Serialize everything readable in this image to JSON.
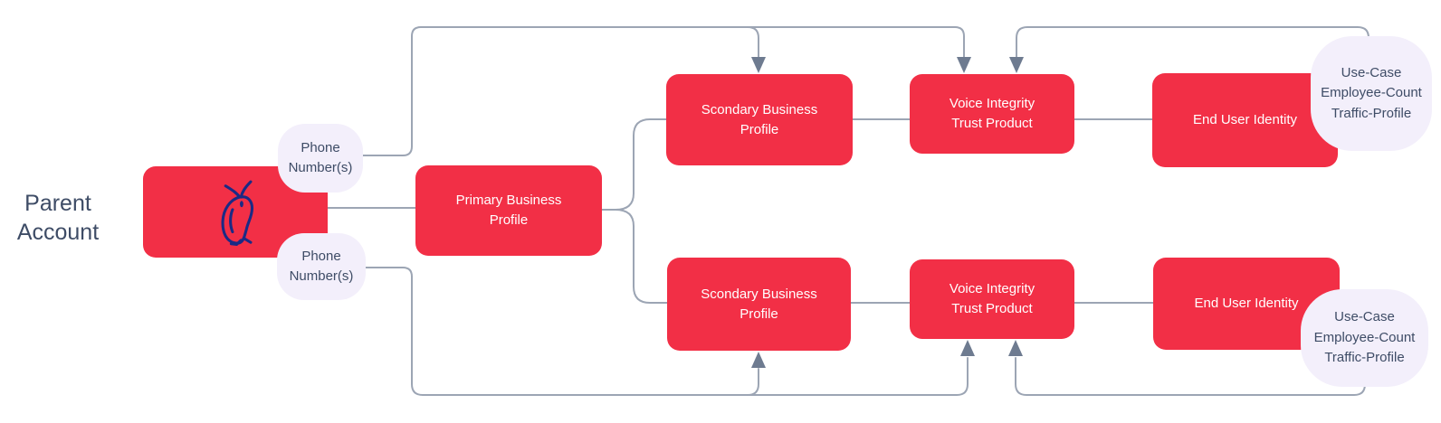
{
  "labels": {
    "parent_account": "Parent\nAccount"
  },
  "nodes": {
    "parent_box": {
      "label": "",
      "icon": "owl-icon"
    },
    "phone_top": {
      "label": "Phone\nNumber(s)"
    },
    "phone_bottom": {
      "label": "Phone\nNumber(s)"
    },
    "primary": {
      "label": "Primary Business\nProfile"
    },
    "secondary_top": {
      "label": "Scondary Business\nProfile"
    },
    "secondary_bottom": {
      "label": "Scondary Business\nProfile"
    },
    "voice_top": {
      "label": "Voice Integrity\nTrust Product"
    },
    "voice_bottom": {
      "label": "Voice Integrity\nTrust Product"
    },
    "end_user_top": {
      "label": "End User Identity"
    },
    "end_user_bottom": {
      "label": "End User Identity"
    },
    "use_case_top": {
      "label": "Use-Case\nEmployee-Count\nTraffic-Profile"
    },
    "use_case_bottom": {
      "label": "Use-Case\nEmployee-Count\nTraffic-Profile"
    }
  },
  "edges": [
    {
      "from": "parent_box",
      "to": "primary",
      "arrow": false
    },
    {
      "from": "primary",
      "to": "secondary_top",
      "arrow": false
    },
    {
      "from": "primary",
      "to": "secondary_bottom",
      "arrow": false
    },
    {
      "from": "secondary_top",
      "to": "voice_top",
      "arrow": false
    },
    {
      "from": "voice_top",
      "to": "end_user_top",
      "arrow": false
    },
    {
      "from": "secondary_bottom",
      "to": "voice_bottom",
      "arrow": false
    },
    {
      "from": "voice_bottom",
      "to": "end_user_bottom",
      "arrow": false
    },
    {
      "from": "phone_top",
      "to": "secondary_top",
      "arrow": true
    },
    {
      "from": "phone_top",
      "to": "voice_top",
      "arrow": true
    },
    {
      "from": "use_case_top",
      "to": "voice_top",
      "arrow": true
    },
    {
      "from": "phone_bottom",
      "to": "secondary_bottom",
      "arrow": true
    },
    {
      "from": "phone_bottom",
      "to": "voice_bottom",
      "arrow": true
    },
    {
      "from": "use_case_bottom",
      "to": "voice_bottom",
      "arrow": true
    }
  ],
  "colors": {
    "node_red": "#F22F46",
    "bubble_lavender": "#F3EFFB",
    "connector_gray": "#9CA5B4",
    "arrowhead_slate": "#6E7B90",
    "text_dark": "#3E4C66",
    "text_on_red": "#FFFFFF",
    "owl_navy": "#1B2A85"
  }
}
